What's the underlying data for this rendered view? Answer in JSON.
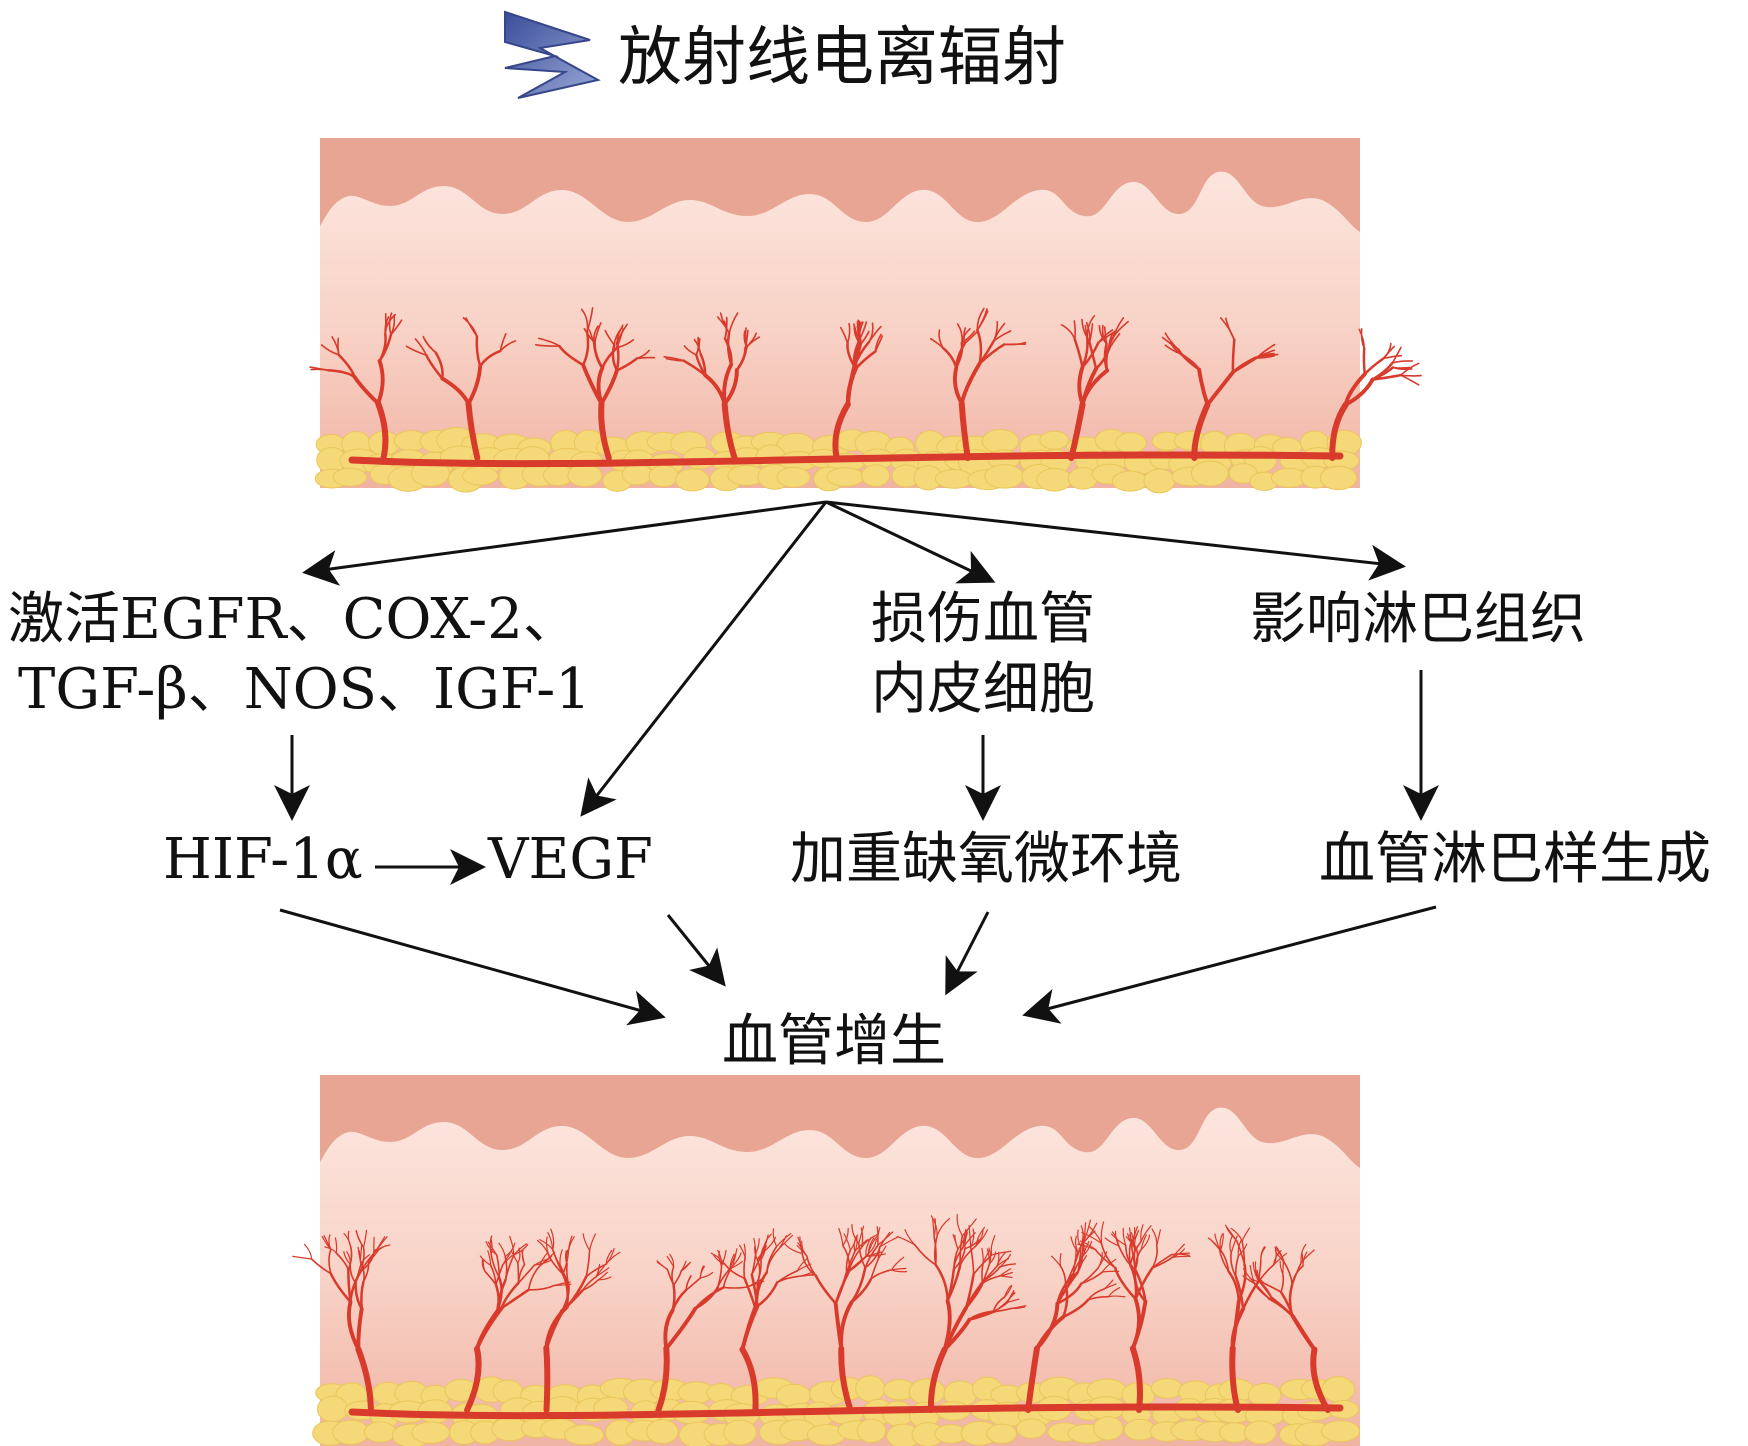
{
  "title": "放射线电离辐射",
  "nodes": {
    "activate_line1": "激活EGFR、COX-2、",
    "activate_line2": "TGF-β、NOS、IGF-1",
    "hif": "HIF-1α",
    "vegf": "VEGF",
    "damage_line1": "损伤血管",
    "damage_line2": "内皮细胞",
    "hypoxia": "加重缺氧微环境",
    "lymph_tissue": "影响淋巴组织",
    "lymph_angio": "血管淋巴样生成",
    "proliferation": "血管增生"
  },
  "colors": {
    "epidermis": "#e8a593",
    "dermis_light": "#fbe4dc",
    "dermis_deep": "#f0b6a6",
    "vessel": "#d83a2c",
    "fat": "#f5d978",
    "bolt": "#5b6ba8",
    "arrow": "#111111"
  },
  "icons": [
    "lightning-bolt-icon"
  ]
}
